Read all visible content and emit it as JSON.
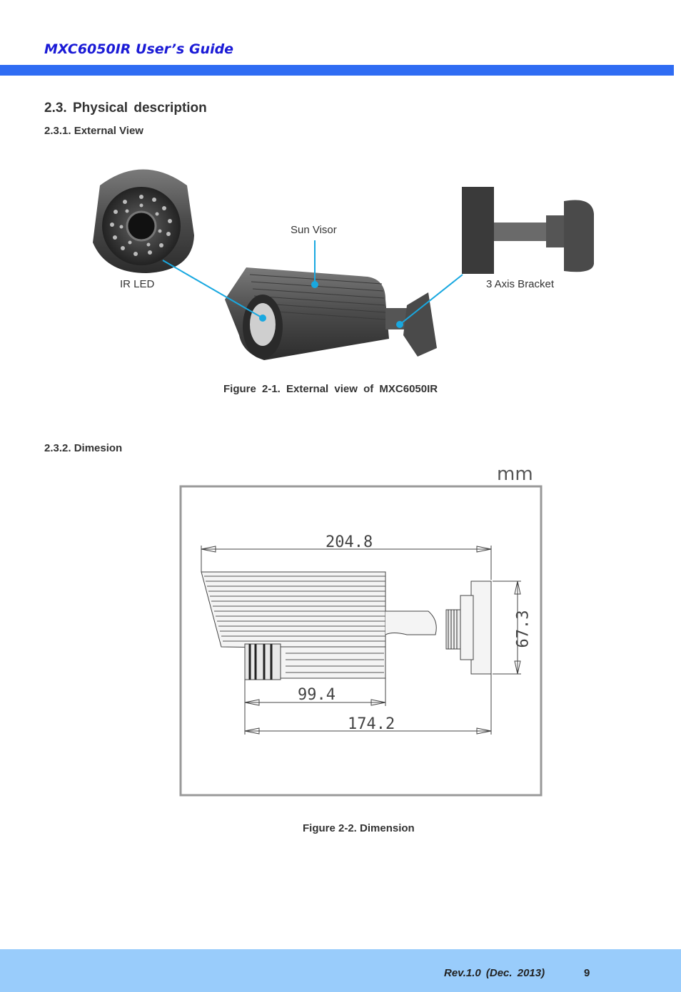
{
  "header": {
    "title": "MXC6050IR  User’s Guide"
  },
  "section": {
    "heading": "2.3.  Physical  description",
    "external_view": {
      "subheading": "2.3.1. External View",
      "callouts": {
        "ir_led": "IR LED",
        "sun_visor": "Sun Visor",
        "bracket": "3 Axis Bracket"
      },
      "caption": "Figure  2-1.  External  view  of  MXC6050IR"
    },
    "dimension": {
      "subheading": "2.3.2. Dimesion",
      "unit": "mm",
      "values": {
        "total_length": "204.8",
        "height": "67.3",
        "body_length": "99.4",
        "mid_length": "174.2"
      },
      "caption": "Figure 2-2. Dimension"
    }
  },
  "footer": {
    "revision": "Rev.1.0  (Dec.  2013)",
    "page_number": "9"
  },
  "colors": {
    "header_text": "#1a1ad6",
    "header_bar": "#2f6cf3",
    "footer_bg": "#99ccfb",
    "callout_line": "#19a8e0"
  }
}
